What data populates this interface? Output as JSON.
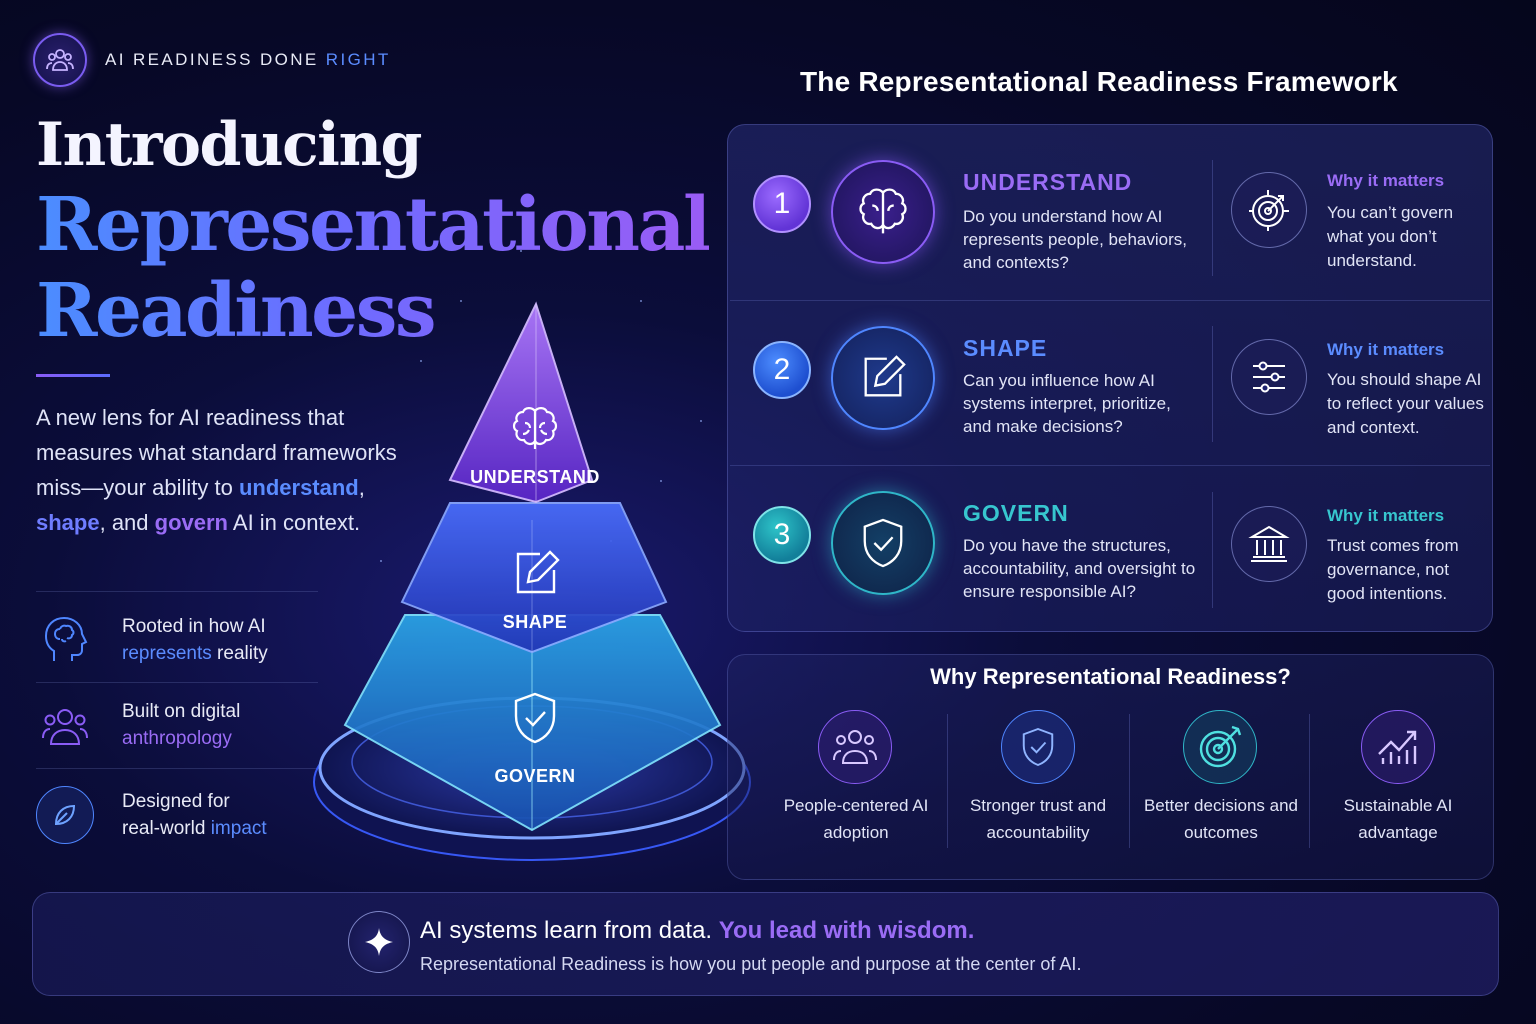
{
  "brand": {
    "text_main": "AI READINESS DONE ",
    "text_accent": "RIGHT",
    "icon": "people-icon"
  },
  "hero": {
    "intro": "Introducing",
    "title_line1": "Representational",
    "title_line2": "Readiness",
    "lead_part1": "A new lens for AI readiness that measures what standard frameworks miss—your ability to ",
    "lead_understand": "understand",
    "lead_comma": ",",
    "lead_shape": "shape",
    "lead_and": ", and ",
    "lead_govern": "govern",
    "lead_end": " AI in context."
  },
  "features": [
    {
      "icon": "head-brain-icon",
      "line1": "Rooted in how AI",
      "line2_hl": "represents",
      "line2_rest": " reality"
    },
    {
      "icon": "people-group-icon",
      "line1": "Built on digital",
      "line2_hl": "anthropology",
      "line2_rest": ""
    },
    {
      "icon": "leaf-icon",
      "line1": "Designed for",
      "line2_rest_pre": "real-world ",
      "line2_hl": "impact"
    }
  ],
  "pyramid": {
    "top": {
      "label": "UNDERSTAND",
      "icon": "brain-icon"
    },
    "middle": {
      "label": "SHAPE",
      "icon": "edit-icon"
    },
    "bottom": {
      "label": "GOVERN",
      "icon": "shield-check-icon"
    }
  },
  "framework": {
    "title": "The Representational Readiness Framework",
    "steps": [
      {
        "number": "1",
        "title": "UNDERSTAND",
        "desc": "Do you understand how AI represents people, behaviors, and contexts?",
        "icon": "brain-icon",
        "why_heading": "Why it matters",
        "why_text": "You can’t govern what you don’t understand.",
        "why_icon": "target-icon"
      },
      {
        "number": "2",
        "title": "SHAPE",
        "desc": "Can you influence how AI systems interpret, prioritize, and make decisions?",
        "icon": "edit-icon",
        "why_heading": "Why it matters",
        "why_text": "You should shape AI to reflect your values and context.",
        "why_icon": "sliders-icon"
      },
      {
        "number": "3",
        "title": "GOVERN",
        "desc": "Do you have the structures, accountability, and oversight to ensure responsible AI?",
        "icon": "shield-check-icon",
        "why_heading": "Why it matters",
        "why_text": "Trust comes from governance, not good intentions.",
        "why_icon": "institution-icon"
      }
    ]
  },
  "why": {
    "title": "Why Representational Readiness?",
    "benefits": [
      {
        "icon": "people-icon",
        "text": "People-centered AI adoption"
      },
      {
        "icon": "shield-check-icon",
        "text": "Stronger trust and accountability"
      },
      {
        "icon": "target-arrow-icon",
        "text": "Better decisions and outcomes"
      },
      {
        "icon": "growth-chart-icon",
        "text": "Sustainable AI advantage"
      }
    ]
  },
  "footer": {
    "icon": "sparkle-icon",
    "headline_a": "AI systems learn from data. ",
    "headline_b": "You lead with wisdom.",
    "subline": "Representational Readiness is how you put people and purpose at the center of AI."
  },
  "colors": {
    "purple": "#9a6cf5",
    "blue": "#5b8cff",
    "teal": "#37c6cf",
    "bg": "#070826"
  }
}
